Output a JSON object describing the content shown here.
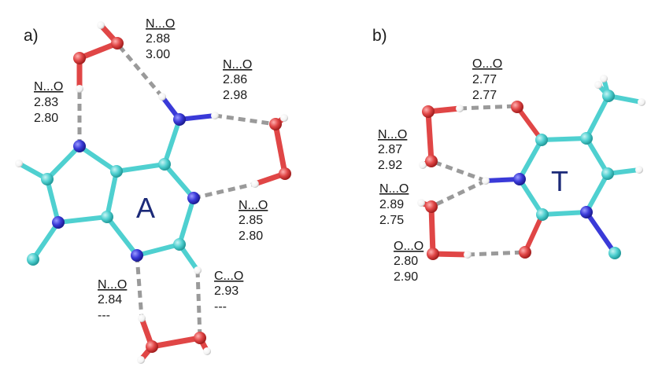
{
  "panels": {
    "a": {
      "panel_label": "a)",
      "base_label": "A",
      "annotations": [
        {
          "pair": "N...O",
          "values": [
            "2.88",
            "3.00"
          ]
        },
        {
          "pair": "N...O",
          "values": [
            "2.83",
            "2.80"
          ]
        },
        {
          "pair": "N...O",
          "values": [
            "2.86",
            "2.98"
          ]
        },
        {
          "pair": "N...O",
          "values": [
            "2.85",
            "2.80"
          ]
        },
        {
          "pair": "N...O",
          "values": [
            "2.84",
            "---"
          ]
        },
        {
          "pair": "C...O",
          "values": [
            "2.93",
            "---"
          ]
        }
      ]
    },
    "b": {
      "panel_label": "b)",
      "base_label": "T",
      "annotations": [
        {
          "pair": "O...O",
          "values": [
            "2.77",
            "2.77"
          ]
        },
        {
          "pair": "N...O",
          "values": [
            "2.87",
            "2.92"
          ]
        },
        {
          "pair": "N...O",
          "values": [
            "2.89",
            "2.75"
          ]
        },
        {
          "pair": "O...O",
          "values": [
            "2.80",
            "2.90"
          ]
        }
      ]
    }
  },
  "colors": {
    "carbon": "#4fd0d0",
    "nitrogen": "#3a3ad8",
    "oxygen": "#e04646",
    "hydrogen": "#ffffff",
    "hbond": "#9a9a9a"
  }
}
